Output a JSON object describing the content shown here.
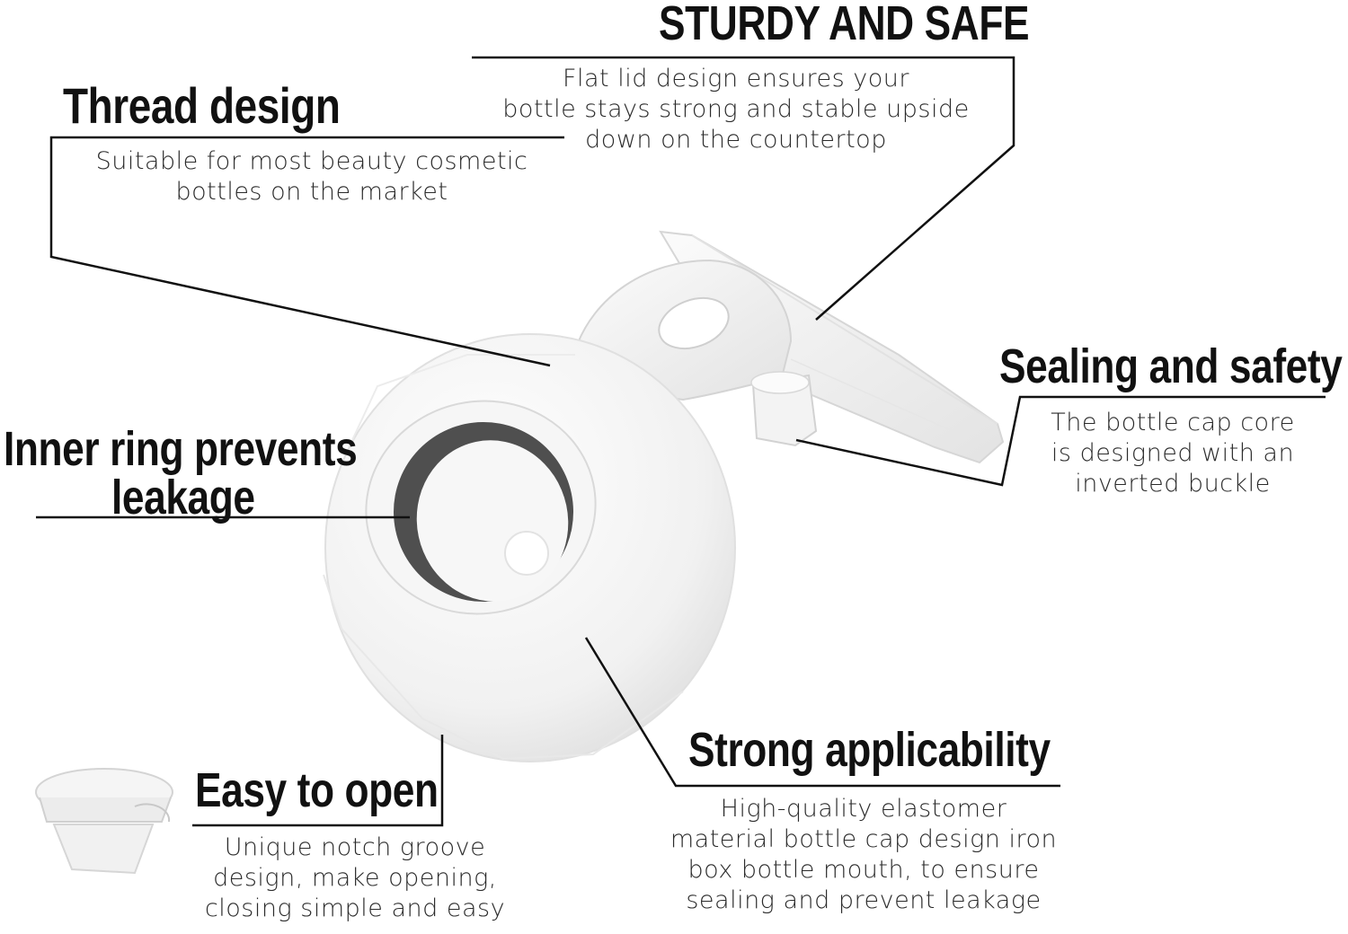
{
  "features": {
    "sturdy": {
      "title": "STURDY AND SAFE",
      "lines": [
        "Flat lid design ensures your",
        "bottle stays strong and stable upside",
        "down on the countertop"
      ]
    },
    "thread": {
      "title": "Thread design",
      "lines": [
        "Suitable for most beauty cosmetic",
        "bottles on the market"
      ]
    },
    "sealing": {
      "title": "Sealing and safety",
      "lines": [
        "The bottle cap core",
        "is designed with an",
        "inverted buckle"
      ]
    },
    "inner_ring": {
      "title_lines": [
        "Inner ring prevents",
        "leakage"
      ]
    },
    "easy_open": {
      "title": "Easy to open",
      "lines": [
        "Unique notch groove",
        "design, make opening,",
        "closing simple and easy"
      ]
    },
    "applicability": {
      "title": "Strong applicability",
      "lines": [
        "High-quality elastomer",
        "material bottle cap design iron",
        "box bottle mouth, to ensure",
        "sealing and prevent leakage"
      ]
    }
  },
  "colors": {
    "line": "#111111",
    "product": "#f4f4f4",
    "ring": "#5a5a5a"
  }
}
